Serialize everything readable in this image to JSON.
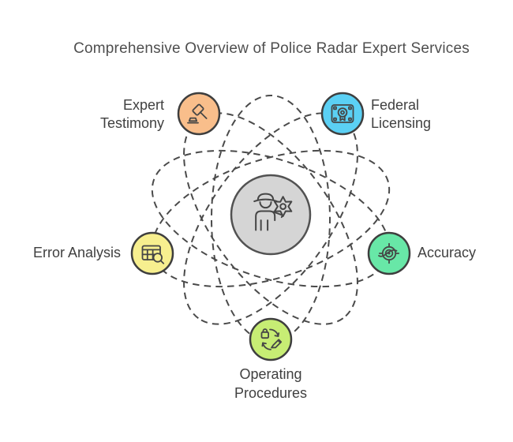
{
  "title": "Comprehensive Overview of Police Radar Expert Services",
  "diagram": {
    "orbit_color": "#4A4A4A",
    "node_border": "#3E3E3E",
    "icon_stroke": "#464646",
    "text_color": "#404040",
    "center": {
      "icon": "police-officer-with-badge",
      "fill": "#D5D5D5",
      "stroke": "#525252"
    },
    "nodes": [
      {
        "id": "expert-testimony",
        "lines": [
          "Expert",
          "Testimony"
        ],
        "icon": "gavel",
        "fill": "#F9BE8B"
      },
      {
        "id": "federal-licensing",
        "lines": [
          "Federal",
          "Licensing"
        ],
        "icon": "certificate",
        "fill": "#5BD0F4"
      },
      {
        "id": "error-analysis",
        "lines": [
          "Error Analysis"
        ],
        "icon": "table-magnifier",
        "fill": "#F7EF8F"
      },
      {
        "id": "accuracy",
        "lines": [
          "Accuracy"
        ],
        "icon": "target",
        "fill": "#68E7A7"
      },
      {
        "id": "operating-procedures",
        "lines": [
          "Operating",
          "Procedures"
        ],
        "icon": "process-sync",
        "fill": "#C7ED74"
      }
    ]
  }
}
